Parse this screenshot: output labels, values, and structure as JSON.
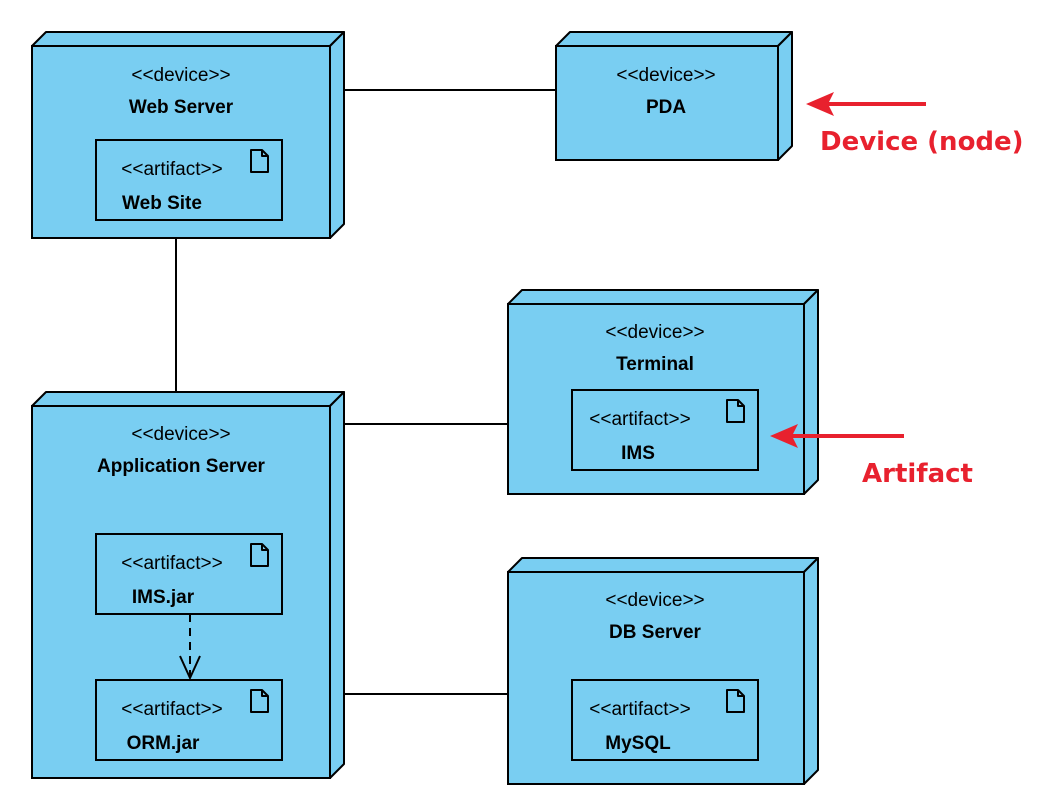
{
  "colors": {
    "node_fill": "#79CEF2",
    "outline": "#000000",
    "annotation": "#E8212E"
  },
  "nodes": {
    "web_server": {
      "stereotype": "<<device>>",
      "name": "Web Server",
      "artifacts": [
        {
          "stereotype": "<<artifact>>",
          "name": "Web Site"
        }
      ]
    },
    "pda": {
      "stereotype": "<<device>>",
      "name": "PDA"
    },
    "terminal": {
      "stereotype": "<<device>>",
      "name": "Terminal",
      "artifacts": [
        {
          "stereotype": "<<artifact>>",
          "name": "IMS"
        }
      ]
    },
    "application_server": {
      "stereotype": "<<device>>",
      "name": "Application Server",
      "artifacts": [
        {
          "stereotype": "<<artifact>>",
          "name": "IMS.jar"
        },
        {
          "stereotype": "<<artifact>>",
          "name": "ORM.jar"
        }
      ]
    },
    "db_server": {
      "stereotype": "<<device>>",
      "name": "DB Server",
      "artifacts": [
        {
          "stereotype": "<<artifact>>",
          "name": "MySQL"
        }
      ]
    }
  },
  "annotations": {
    "device": "Device (node)",
    "artifact": "Artifact"
  },
  "icons": {
    "artifact_icon": "document-icon",
    "arrow_icon": "arrow-left-icon"
  }
}
